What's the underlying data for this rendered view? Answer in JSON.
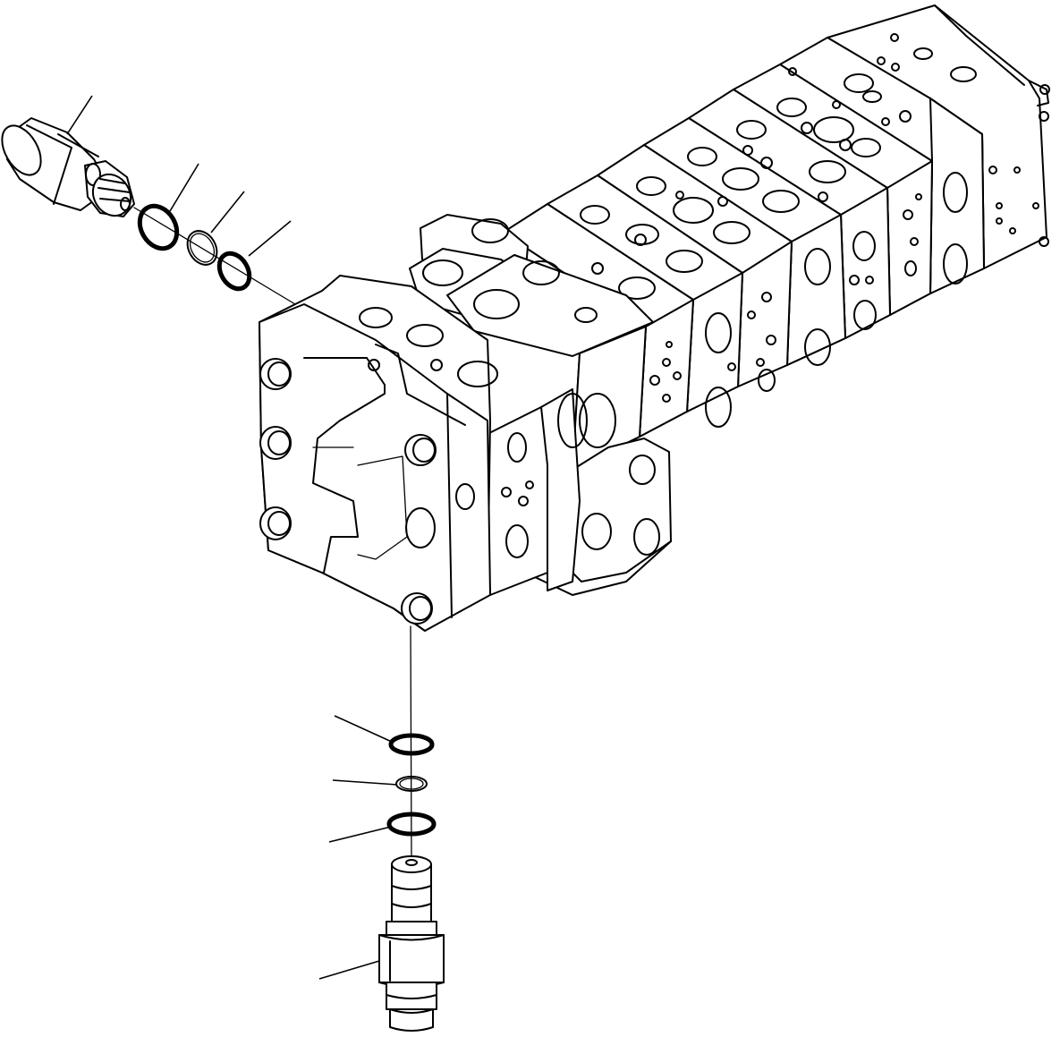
{
  "drawing": {
    "view": "exploded-parts-diagram",
    "background_color": "#ffffff",
    "line_color": "#000000",
    "parts": [
      {
        "name": "relief-valve-upper"
      },
      {
        "name": "o-ring-upper-1"
      },
      {
        "name": "backup-ring-upper"
      },
      {
        "name": "o-ring-upper-2"
      },
      {
        "name": "o-ring-lower-1"
      },
      {
        "name": "backup-ring-lower"
      },
      {
        "name": "o-ring-lower-2"
      },
      {
        "name": "relief-valve-lower"
      }
    ],
    "leader_count": 8,
    "callout_numbers_visible": false
  }
}
